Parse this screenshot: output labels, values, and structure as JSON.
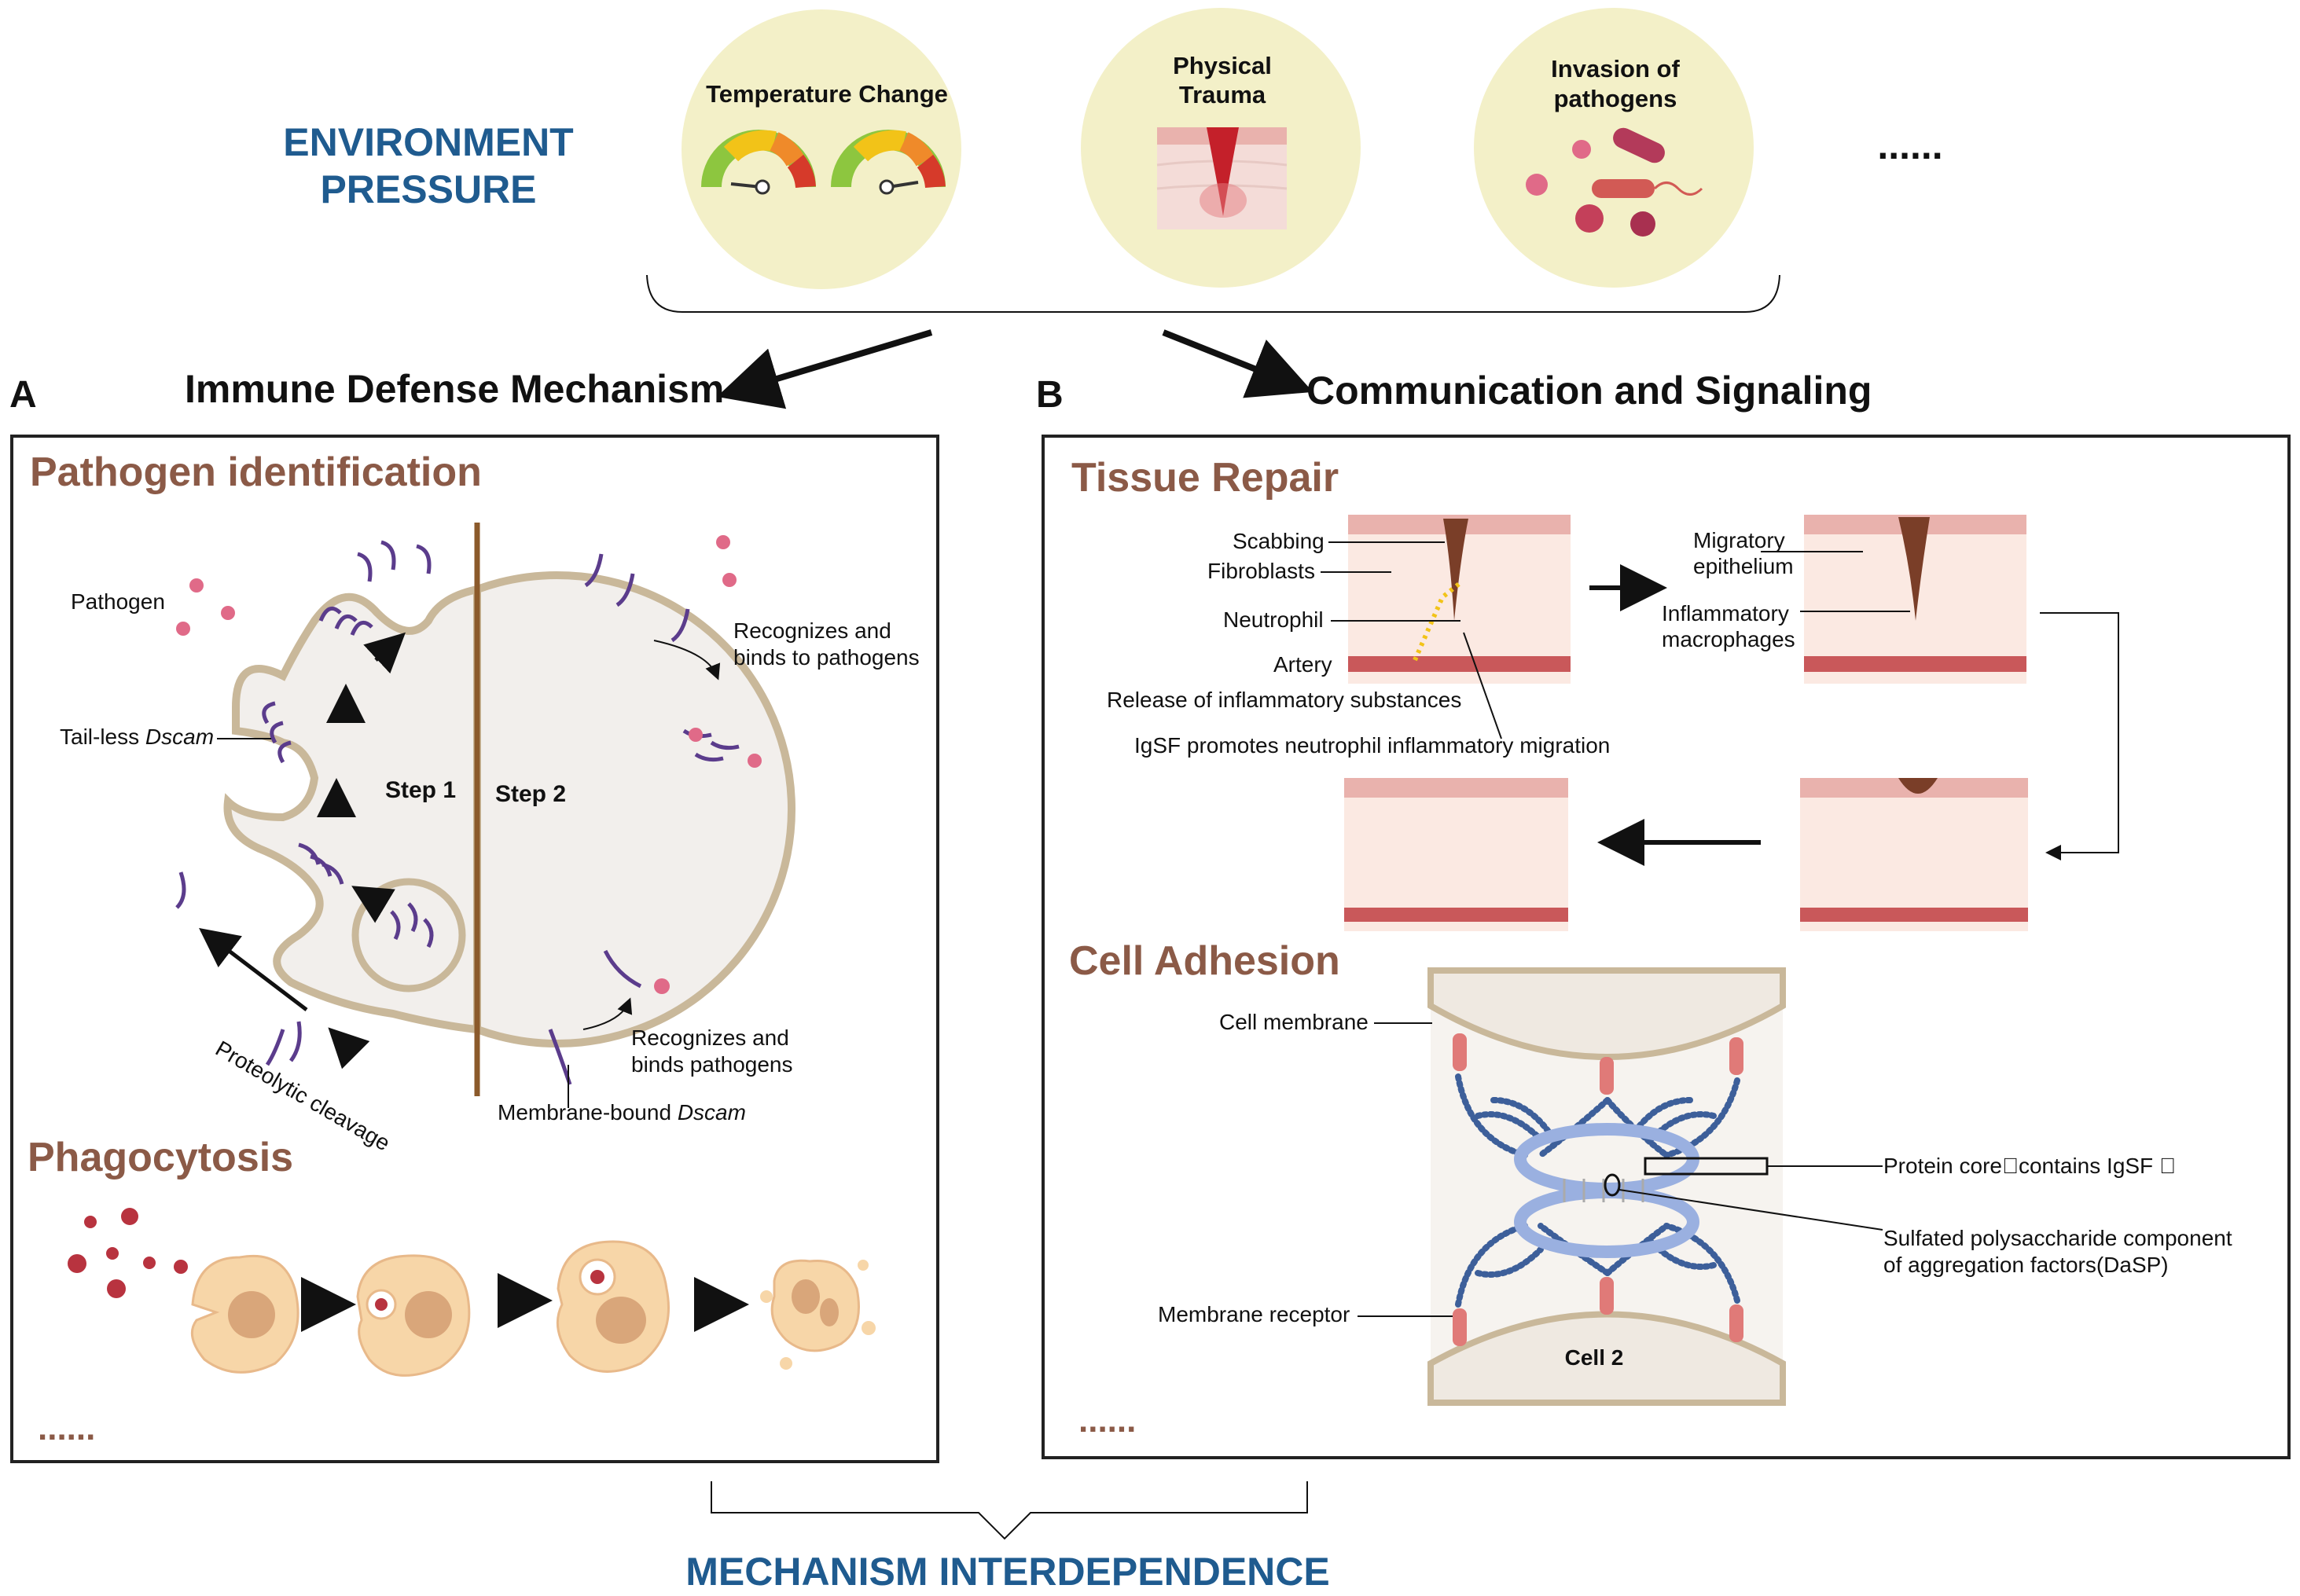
{
  "header": {
    "title_line1": "ENVIRONMENT",
    "title_line2": "PRESSURE",
    "ellipsis": "......",
    "pressures": [
      {
        "label_line1": "Temperature Change",
        "label_line2": ""
      },
      {
        "label_line1": "Physical",
        "label_line2": "Trauma"
      },
      {
        "label_line1": "Invasion of",
        "label_line2": "pathogens"
      }
    ]
  },
  "panel_a": {
    "letter": "A",
    "heading": "Immune Defense Mechanism",
    "section1": "Pathogen identification",
    "pathogen": "Pathogen",
    "tailless_prefix": "Tail-less ",
    "tailless_italic": "Dscam",
    "step1": "Step 1",
    "step2": "Step 2",
    "recognizes_line1": "Recognizes and",
    "recognizes_line2": "binds to pathogens",
    "recognizes2_line1": "Recognizes and",
    "recognizes2_line2": "binds pathogens",
    "proteolytic": "Proteolytic cleavage",
    "membrane_bound_prefix": "Membrane-bound ",
    "membrane_bound_italic": "Dscam",
    "section2": "Phagocytosis",
    "ellipsis": "......"
  },
  "panel_b": {
    "letter": "B",
    "heading": "Communication and Signaling",
    "section1": "Tissue Repair",
    "labels": {
      "scabbing": "Scabbing",
      "fibroblasts": "Fibroblasts",
      "neutrophil": "Neutrophil",
      "artery": "Artery",
      "release": "Release of inflammatory substances",
      "igsf": "IgSF promotes neutrophil inflammatory migration",
      "migratory_line1": "Migratory",
      "migratory_line2": "epithelium",
      "inflam_line1": "Inflammatory",
      "inflam_line2": "macrophages"
    },
    "section2": "Cell Adhesion",
    "adhesion": {
      "cell_membrane": "Cell membrane",
      "membrane_receptor": "Membrane receptor",
      "cell2": "Cell 2",
      "protein_core": "Protein core\u0000contains IgSF \u0000",
      "sulfated_line1": "Sulfated polysaccharide component",
      "sulfated_line2": "of aggregation factors(DaSP)"
    },
    "ellipsis": "......"
  },
  "footer": {
    "title": "MECHANISM INTERDEPENDENCE"
  },
  "colors": {
    "title_blue": "#1f5b8f",
    "section_brown": "#8b5a47",
    "circle_fill": "#f3f0c8",
    "membrane": "#c9b89a",
    "cell_fill": "#f2efec",
    "divider": "#8b5a2b",
    "dscam": "#5b3c8c",
    "pathogen_pink": "#e06a88",
    "phago_cell": "#f7d6a8",
    "phago_nucleus": "#d9a67a",
    "adhesion_bead": "#3d5f9a",
    "receptor": "#e07a78"
  }
}
